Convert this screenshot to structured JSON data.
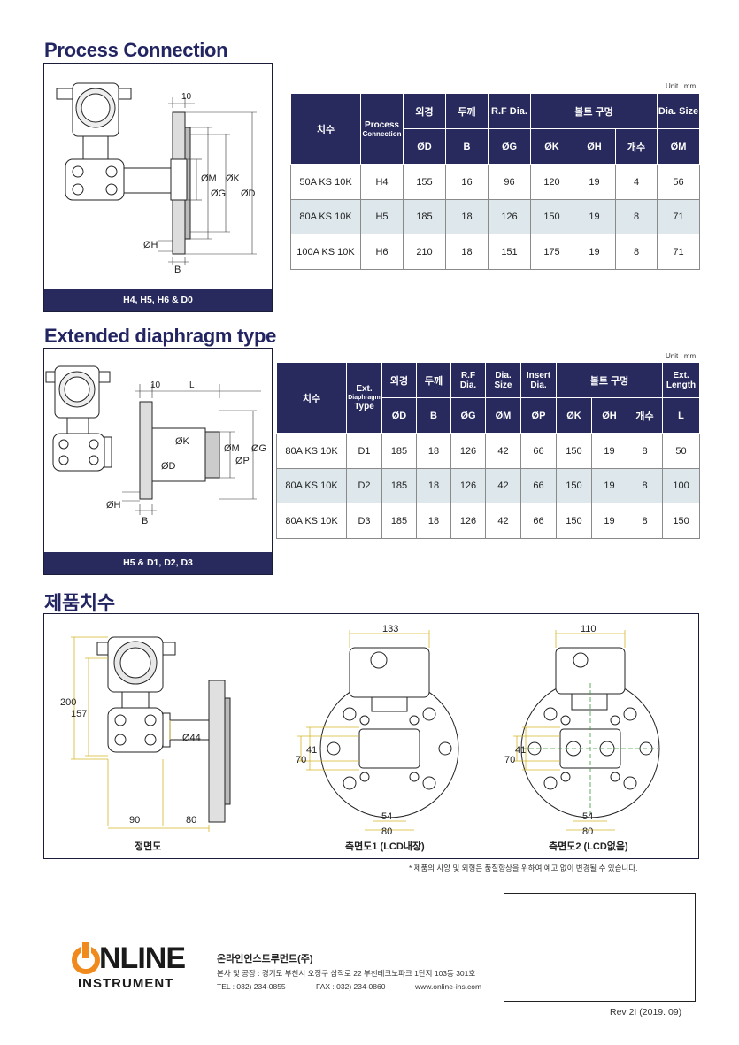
{
  "sections": {
    "process_connection": "Process Connection",
    "extended_diaphragm": "Extended diaphragm type",
    "product_dimensions": "제품치수"
  },
  "fig1": {
    "caption": "H4, H5, H6 & D0",
    "labels": {
      "ten": "10",
      "om": "ØM",
      "ok": "ØK",
      "og": "ØG",
      "od": "ØD",
      "oh": "ØH",
      "b": "B"
    }
  },
  "fig2": {
    "caption": "H5 & D1, D2, D3",
    "labels": {
      "ten": "10",
      "l": "L",
      "ok": "ØK",
      "om": "ØM",
      "og": "ØG",
      "op": "ØP",
      "od": "ØD",
      "oh": "ØH",
      "b": "B"
    }
  },
  "table1": {
    "unit": "Unit : mm",
    "headers": {
      "size": "치수",
      "process": "Process",
      "connection": "Connection",
      "outer": "외경",
      "thickness": "두께",
      "rf": "R.F Dia.",
      "bolt": "볼트 구멍",
      "dia_size": "Dia. Size",
      "od": "ØD",
      "b": "B",
      "og": "ØG",
      "ok": "ØK",
      "oh": "ØH",
      "count": "개수",
      "om": "ØM"
    },
    "rows": [
      [
        "50A KS 10K",
        "H4",
        "155",
        "16",
        "96",
        "120",
        "19",
        "4",
        "56"
      ],
      [
        "80A KS 10K",
        "H5",
        "185",
        "18",
        "126",
        "150",
        "19",
        "8",
        "71"
      ],
      [
        "100A KS 10K",
        "H6",
        "210",
        "18",
        "151",
        "175",
        "19",
        "8",
        "71"
      ]
    ]
  },
  "table2": {
    "unit": "Unit : mm",
    "headers": {
      "size": "치수",
      "ext": "Ext.",
      "diaphragm": "Diaphragm",
      "type": "Type",
      "outer": "외경",
      "thickness": "두께",
      "rf1": "R.F",
      "rf2": "Dia.",
      "dia1": "Dia.",
      "dia2": "Size",
      "insert1": "Insert",
      "insert2": "Dia.",
      "bolt": "볼트 구멍",
      "ext1": "Ext.",
      "ext2": "Length",
      "od": "ØD",
      "b": "B",
      "og": "ØG",
      "om": "ØM",
      "op": "ØP",
      "ok": "ØK",
      "oh": "ØH",
      "count": "개수",
      "l": "L"
    },
    "rows": [
      [
        "80A KS 10K",
        "D1",
        "185",
        "18",
        "126",
        "42",
        "66",
        "150",
        "19",
        "8",
        "50"
      ],
      [
        "80A KS 10K",
        "D2",
        "185",
        "18",
        "126",
        "42",
        "66",
        "150",
        "19",
        "8",
        "100"
      ],
      [
        "80A KS 10K",
        "D3",
        "185",
        "18",
        "126",
        "42",
        "66",
        "150",
        "19",
        "8",
        "150"
      ]
    ]
  },
  "dimensions": {
    "front": {
      "d200": "200",
      "d157": "157",
      "d44": "Ø44",
      "d90": "90",
      "d80": "80",
      "label": "정면도"
    },
    "side1": {
      "d133": "133",
      "d41": "41",
      "d70": "70",
      "d54": "54",
      "d80": "80",
      "label": "측면도1 (LCD내장)"
    },
    "side2": {
      "d110": "110",
      "d41": "41",
      "d70": "70",
      "d54": "54",
      "d80": "80",
      "label": "측면도2 (LCD없음)"
    }
  },
  "note": "* 제품의 사양 및 외형은 품질향상을 위하여 예고 없이 변경될 수 있습니다.",
  "company": {
    "logo_top": "NLINE",
    "logo_bottom": "INSTRUMENT",
    "name": "온라인인스트루먼트(주)",
    "address": "본사 및 공장 : 경기도 부천시 오정구 삼작로 22  부천테크노파크 1단지 103동 301호",
    "tel": "TEL : 032) 234-0855",
    "fax": "FAX : 032) 234-0860",
    "web": "www.online-ins.com"
  },
  "revision": "Rev 2I (2019. 09)",
  "colors": {
    "navy": "#282a5e",
    "row_alt": "#dde7ec",
    "logo_orange": "#f08a1c",
    "dim_yellow": "#d4b428",
    "center_green": "#3a9a3a"
  }
}
